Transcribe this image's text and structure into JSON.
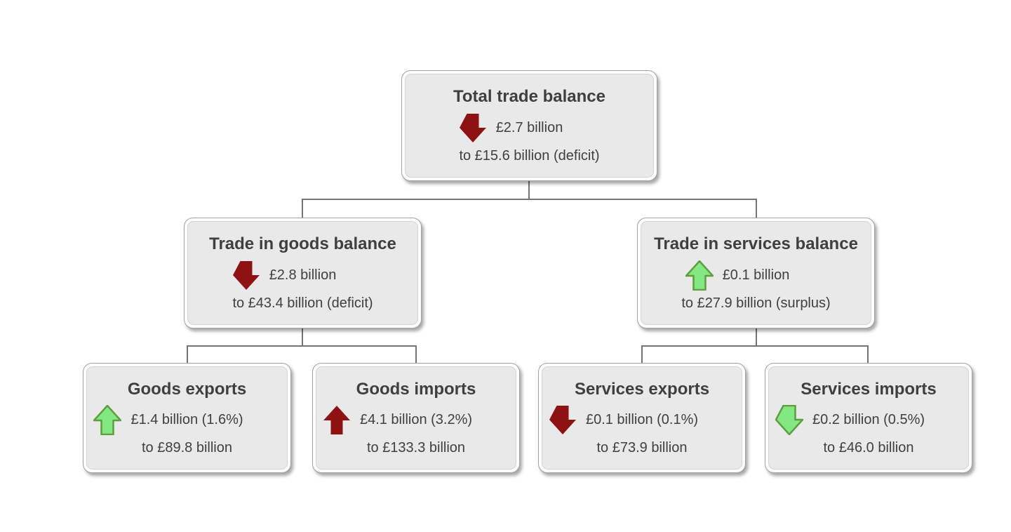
{
  "diagram": {
    "name": "UK trade balance breakdown",
    "colors": {
      "box_fill": "#e9e9e9",
      "box_border": "#a3a3a3",
      "connector": "#757575",
      "text": "#3f3f3f",
      "arrow_red": "#8e1212",
      "arrow_green_fill": "#82e882",
      "arrow_green_stroke": "#5f9e3f"
    },
    "nodes": [
      {
        "title": "Total trade balance",
        "change": "£2.7 billion",
        "to": "to £15.6 billion (deficit)",
        "arrow": {
          "direction": "down",
          "color": "red"
        }
      },
      {
        "title": "Trade in goods balance",
        "change": "£2.8 billion",
        "to": "to £43.4 billion (deficit)",
        "arrow": {
          "direction": "down",
          "color": "red"
        }
      },
      {
        "title": "Trade in services balance",
        "change": "£0.1 billion",
        "to": "to £27.9 billion (surplus)",
        "arrow": {
          "direction": "up",
          "color": "green"
        }
      },
      {
        "title": "Goods exports",
        "change": "£1.4 billion (1.6%)",
        "to": "to £89.8 billion",
        "arrow": {
          "direction": "up",
          "color": "green"
        }
      },
      {
        "title": "Goods imports",
        "change": "£4.1 billion (3.2%)",
        "to": "to £133.3 billion",
        "arrow": {
          "direction": "up",
          "color": "red"
        }
      },
      {
        "title": "Services exports",
        "change": "£0.1 billion (0.1%)",
        "to": "to £73.9 billion",
        "arrow": {
          "direction": "down",
          "color": "red"
        }
      },
      {
        "title": "Services imports",
        "change": "£0.2 billion (0.5%)",
        "to": "to £46.0 billion",
        "arrow": {
          "direction": "down",
          "color": "green"
        }
      }
    ]
  }
}
